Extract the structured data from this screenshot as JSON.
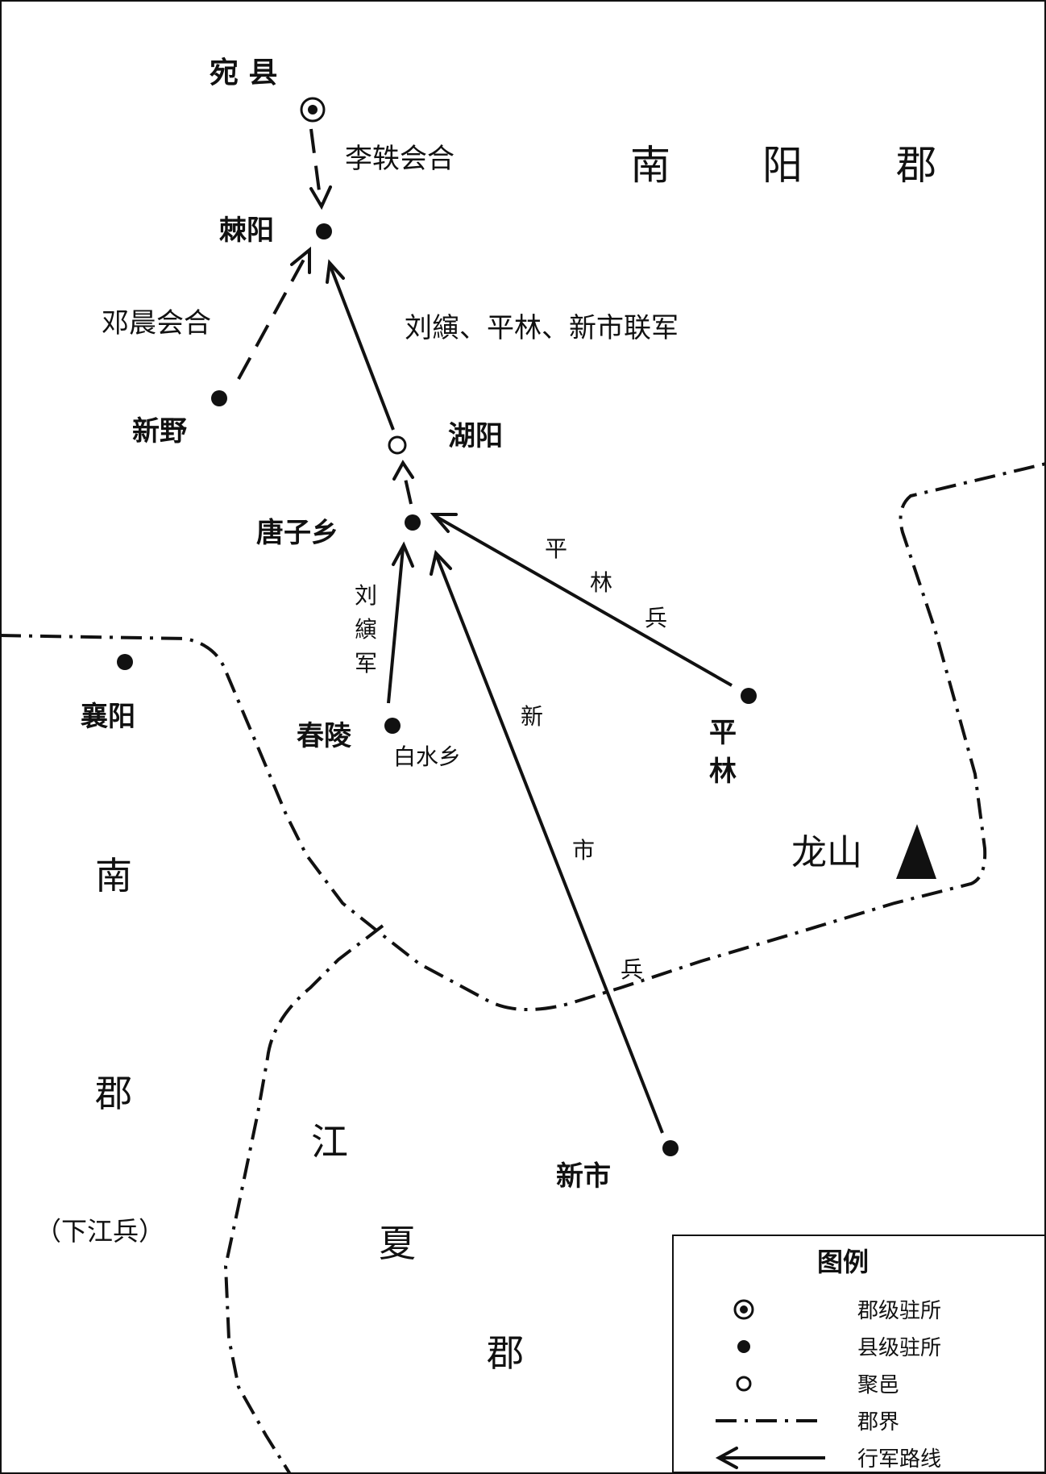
{
  "map": {
    "places": {
      "wanxian": "宛 县",
      "jiyang": "棘阳",
      "xinye": "新野",
      "huyang": "湖阳",
      "tangzixiang": "唐子乡",
      "chunling": "春陵",
      "baishuixiang": "白水乡",
      "xiangyang": "襄阳",
      "pinglin_1": "平",
      "pinglin_2": "林",
      "xinshi": "新市",
      "longshan": "龙山"
    },
    "routes": {
      "li_yi_join": "李轶会合",
      "deng_chen_join": "邓晨会合",
      "allied_army": "刘縯、平林、新市联军",
      "liu_yan_1": "刘",
      "liu_yan_2": "縯",
      "liu_yan_3": "军",
      "pinglin_troops_1": "平",
      "pinglin_troops_2": "林",
      "pinglin_troops_3": "兵",
      "xinshi_troops_1": "新",
      "xinshi_troops_2": "市",
      "xinshi_troops_3": "兵"
    },
    "regions": {
      "nanyang_1": "南",
      "nanyang_2": "阳",
      "nanyang_3": "郡",
      "nanjun_1": "南",
      "nanjun_2": "郡",
      "xiajiangbing": "（下江兵）",
      "jiangxia_1": "江",
      "jiangxia_2": "夏",
      "jiangxia_3": "郡"
    },
    "legend": {
      "title": "图例",
      "commandery_seat": "郡级驻所",
      "county_seat": "县级驻所",
      "settlement": "聚邑",
      "boundary": "郡界",
      "march_route": "行军路线"
    }
  }
}
